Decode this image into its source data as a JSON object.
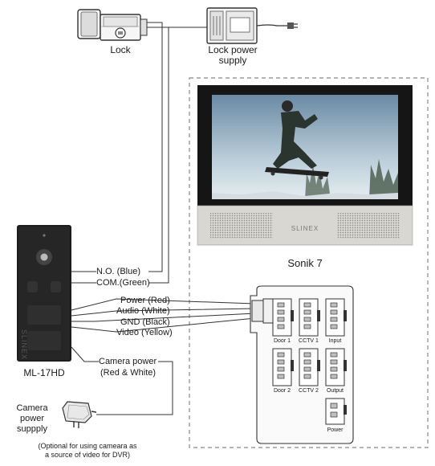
{
  "devices": {
    "lock": {
      "label": "Lock",
      "icon": "lock-icon"
    },
    "lock_power_supply": {
      "label_line1": "Lock power",
      "label_line2": "supply",
      "icon": "power-supply-icon"
    },
    "monitor": {
      "name": "Sonik 7",
      "brand": "SLINEX"
    },
    "doorbell": {
      "name": "ML-17HD",
      "brand": "SLINEX"
    },
    "camera_power": {
      "label_line1": "Camera",
      "label_line2": "power",
      "label_line3": "suppply",
      "note_line1": "(Optional for using cameara as",
      "note_line2": "a source of video for DVR)"
    }
  },
  "wires": {
    "no": "N.O. (Blue)",
    "com": "COM.(Green)",
    "power": "Power (Red)",
    "audio": "Audio (White)",
    "gnd": "GND (Black)",
    "video": "Video (Yellow)",
    "camera_power_line1": "Camera power",
    "camera_power_line2": "(Red & White)"
  },
  "ports": {
    "door1": "Door 1",
    "cctv1": "CCTV 1",
    "input": "Input",
    "door2": "Door 2",
    "cctv2": "CCTV 2",
    "output": "Output",
    "power": "Power"
  },
  "colors": {
    "line": "#333333",
    "panel_dark": "#1d1d1d",
    "monitor_bezel": "#151515",
    "monitor_speaker": "#d9d7d2",
    "board": "#fafafa"
  }
}
